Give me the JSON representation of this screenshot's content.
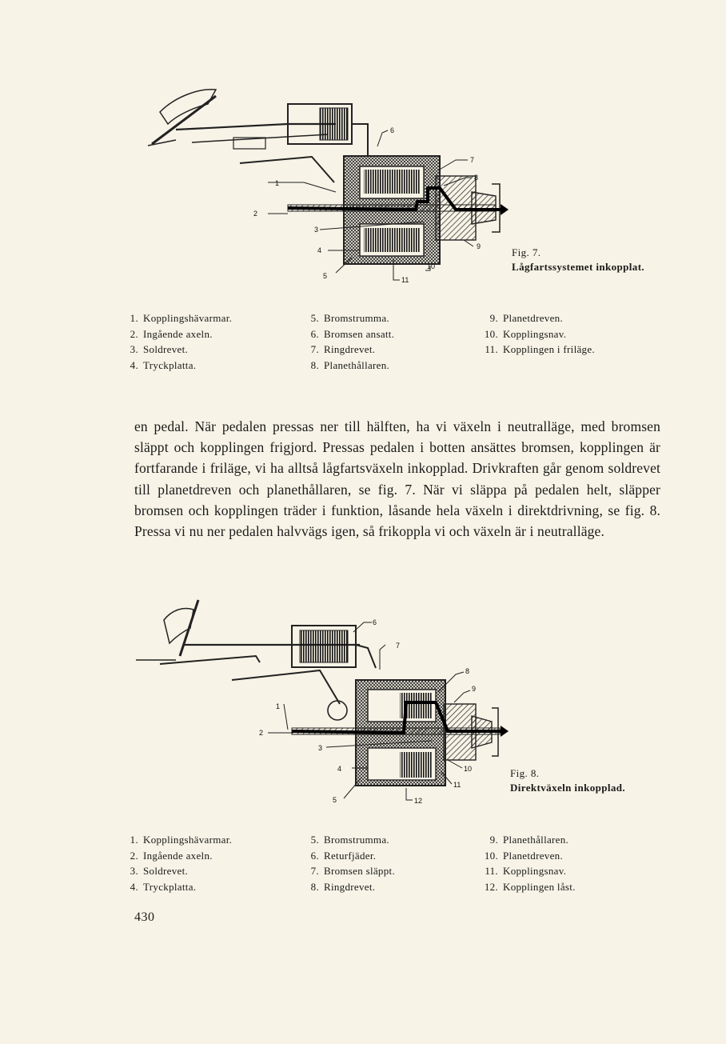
{
  "figures": [
    {
      "id": "fig7",
      "caption_number": "Fig. 7.",
      "caption_title": "Lågfartssystemet inkopplat.",
      "diagram_labels": [
        "1",
        "2",
        "3",
        "4",
        "5",
        "6",
        "7",
        "8",
        "9",
        "10",
        "11"
      ],
      "legend": [
        [
          "1.",
          "Kopplingshävarmar."
        ],
        [
          "2.",
          "Ingående axeln."
        ],
        [
          "3.",
          "Soldrevet."
        ],
        [
          "4.",
          "Tryckplatta."
        ],
        [
          "5.",
          "Bromstrumma."
        ],
        [
          "6.",
          "Bromsen ansatt."
        ],
        [
          "7.",
          "Ringdrevet."
        ],
        [
          "8.",
          "Planethållaren."
        ],
        [
          "9.",
          "Planetdreven."
        ],
        [
          "10.",
          "Kopplingsnav."
        ],
        [
          "11.",
          "Kopplingen i friläge."
        ]
      ]
    },
    {
      "id": "fig8",
      "caption_number": "Fig. 8.",
      "caption_title": "Direktväxeln inkopplad.",
      "diagram_labels": [
        "1",
        "2",
        "3",
        "4",
        "5",
        "6",
        "7",
        "8",
        "9",
        "10",
        "11",
        "12"
      ],
      "legend": [
        [
          "1.",
          "Kopplingshävarmar."
        ],
        [
          "2.",
          "Ingående axeln."
        ],
        [
          "3.",
          "Soldrevet."
        ],
        [
          "4.",
          "Tryckplatta."
        ],
        [
          "5.",
          "Bromstrumma."
        ],
        [
          "6.",
          "Returfjäder."
        ],
        [
          "7.",
          "Bromsen släppt."
        ],
        [
          "8.",
          "Ringdrevet."
        ],
        [
          "9.",
          "Planethållaren."
        ],
        [
          "10.",
          "Planetdreven."
        ],
        [
          "11.",
          "Kopplingsnav."
        ],
        [
          "12.",
          "Kopplingen låst."
        ]
      ]
    }
  ],
  "body_text": "en pedal. När pedalen pressas ner till hälften, ha vi växeln i neutralläge, med bromsen släppt och kopplingen frigjord. Pressas pedalen i botten ansättes bromsen, kopplingen är fortfarande i friläge, vi ha alltså lågfartsväxeln inkopplad. Drivkraften går genom soldrevet till planetdreven och planethållaren, se fig. 7. När vi släppa på pedalen helt, släpper bromsen och kopplingen träder i funktion, låsande hela växeln i direktdrivning, se fig. 8. Pressa vi nu ner pedalen halvvägs igen, så frikoppla vi och växeln är i neutralläge.",
  "page_number": "430"
}
